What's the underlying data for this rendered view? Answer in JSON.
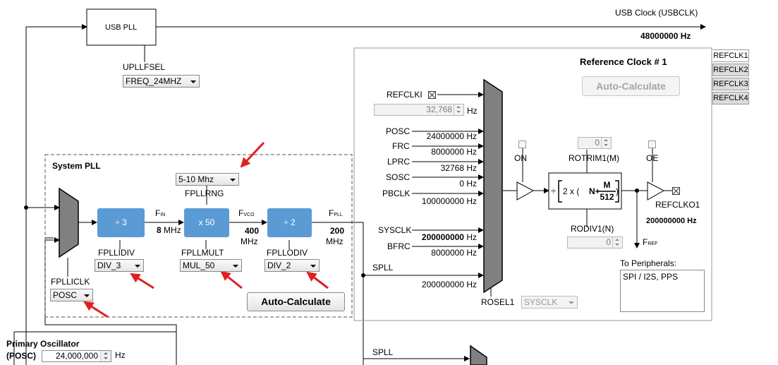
{
  "usb_pll": {
    "block_label": "USB PLL",
    "output_label": "USB Clock (USBCLK)",
    "output_freq": "48000000 Hz",
    "upllfsel_label": "UPLLFSEL",
    "upllfsel_value": "FREQ_24MHZ"
  },
  "system_pll": {
    "title": "System PLL",
    "fpllrng_value": "5-10 Mhz",
    "fpllrng_label": "FPLLRNG",
    "div_block": "÷ 3",
    "mult_block": "x 50",
    "odiv_block": "÷ 2",
    "fin_label": "F",
    "fin_sub": "IN",
    "fin_value": "8",
    "fin_unit": "MHz",
    "fvco_label": "F",
    "fvco_sub": "VCO",
    "fvco_value": "400",
    "fvco_unit": "MHz",
    "fpll_label": "F",
    "fpll_sub": "PLL",
    "fpll_value": "200",
    "fpll_unit": "MHz",
    "fpllidiv_label": "FPLLIDIV",
    "fpllidiv_value": "DIV_3",
    "fpllmult_label": "FPLLMULT",
    "fpllmult_value": "MUL_50",
    "fpllodiv_label": "FPLLODIV",
    "fpllodiv_value": "DIV_2",
    "fpllclk_label": "FPLLICLK",
    "fpllclk_value": "POSC",
    "autocalc_label": "Auto-Calculate",
    "spll_label": "SPLL"
  },
  "primary_osc": {
    "label_line1": "Primary Oscillator",
    "label_line2": "(POSC)",
    "value": "24,000,000",
    "unit": "Hz"
  },
  "refclk": {
    "title": "Reference Clock # 1",
    "autocalc_label": "Auto-Calculate",
    "tabs": [
      "REFCLK1",
      "REFCLK2",
      "REFCLK3",
      "REFCLK4"
    ],
    "refclki_label": "REFCLKI",
    "refclki_value": "32,768",
    "refclki_unit": "Hz",
    "inputs": [
      {
        "name": "POSC",
        "freq": "24000000 Hz"
      },
      {
        "name": "FRC",
        "freq": "8000000 Hz"
      },
      {
        "name": "LPRC",
        "freq": "32768 Hz"
      },
      {
        "name": "SOSC",
        "freq": "0 Hz"
      },
      {
        "name": "PBCLK",
        "freq": "100000000 Hz"
      },
      {
        "name": "SYSCLK",
        "freq": "200000000 Hz"
      },
      {
        "name": "BFRC",
        "freq": "8000000 Hz"
      }
    ],
    "sysclk_freq_bold": "200000000",
    "hz": "Hz",
    "spll_label": "SPLL",
    "spll_freq": "200000000 Hz",
    "rosel_label": "ROSEL1",
    "rosel_value": "SYSCLK",
    "on_label": "ON",
    "oe_label": "OE",
    "rotrim_label": "ROTRIM1(M)",
    "rotrim_value": "0",
    "rodiv_label": "RODIV1(N)",
    "rodiv_value": "0",
    "formula_div": "÷",
    "formula_prefix": "2 x (",
    "formula_n": "N+",
    "formula_m": "M",
    "formula_den": "512",
    "formula_close": ")",
    "refclko_label": "REFCLKO1",
    "refclko_freq": "200000000",
    "refclko_unit": "Hz",
    "fref_label": "F",
    "fref_sub": "REF",
    "peripherals_label": "To Peripherals:",
    "peripherals_value": "SPI / I2S, PPS"
  },
  "bottom_spll_label": "SPLL",
  "colors": {
    "block_blue": "#5b9bd5",
    "mux_gray": "#808080",
    "annotation_red": "#e02020"
  }
}
